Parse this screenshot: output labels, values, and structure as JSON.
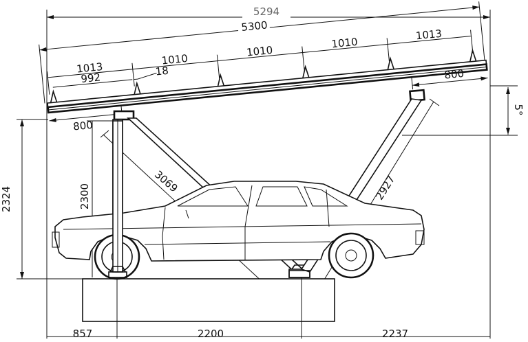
{
  "dimensions": {
    "overall_width": "5294",
    "panel_length": "5300",
    "bay_1": "1013",
    "bay_2": "1010",
    "bay_3": "1010",
    "bay_4": "1010",
    "bay_5": "1013",
    "panel_inner": "992",
    "gap": "18",
    "overhang_left": "800",
    "overhang_right": "800",
    "tilt_angle": "5°",
    "front_height": "2324",
    "post_height": "2300",
    "front_brace": "3069",
    "rear_brace": "2927",
    "bottom_left": "857",
    "bottom_span": "2200",
    "bottom_right": "2237"
  },
  "colors": {
    "line": "#111111",
    "dimension_top": "#666666",
    "background": "#ffffff"
  }
}
